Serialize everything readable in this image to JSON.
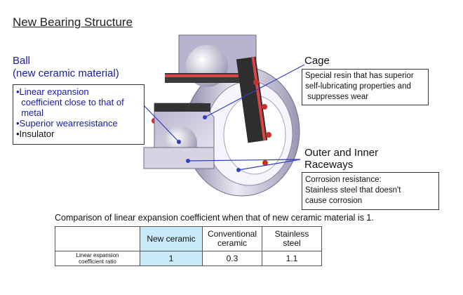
{
  "title": "New Bearing Structure",
  "ball": {
    "title_line1": "Ball",
    "title_line2": "(new ceramic material)",
    "features": [
      "•Linear expansion",
      "  coefficient close to that of",
      "  metal",
      "•Superior wearresistance",
      "•Insulator"
    ]
  },
  "cage": {
    "title": "Cage",
    "lines": [
      "Special resin that has superior",
      "self-lubricating properties and",
      " suppresses wear"
    ]
  },
  "raceways": {
    "title_line1": "Outer and Inner",
    "title_line2": "Raceways",
    "lines": [
      "Corrosion resistance:",
      "Stainless steel that doesn't",
      "cause corrosion"
    ]
  },
  "comparison": {
    "caption": "Comparison of linear expansion coefficient when that of new ceramic material is 1.",
    "headers": [
      "New ceramic",
      "Conventional ceramic",
      "Stainless steel"
    ],
    "header_lines": [
      [
        "New ceramic"
      ],
      [
        "Conventional",
        "ceramic"
      ],
      [
        "Stainless",
        "steel"
      ]
    ],
    "row_label_line1": "Linear expansion",
    "row_label_line2": "coefficient ratio",
    "values": [
      "1",
      "0.3",
      "1.1"
    ]
  },
  "colors": {
    "ball_text": "#1a1aa6",
    "highlight_cell": "#c9ebf7",
    "leader_line": "#2f3fbf",
    "bearing_gray": "#c9c4d8",
    "cage_red": "#c83030"
  }
}
